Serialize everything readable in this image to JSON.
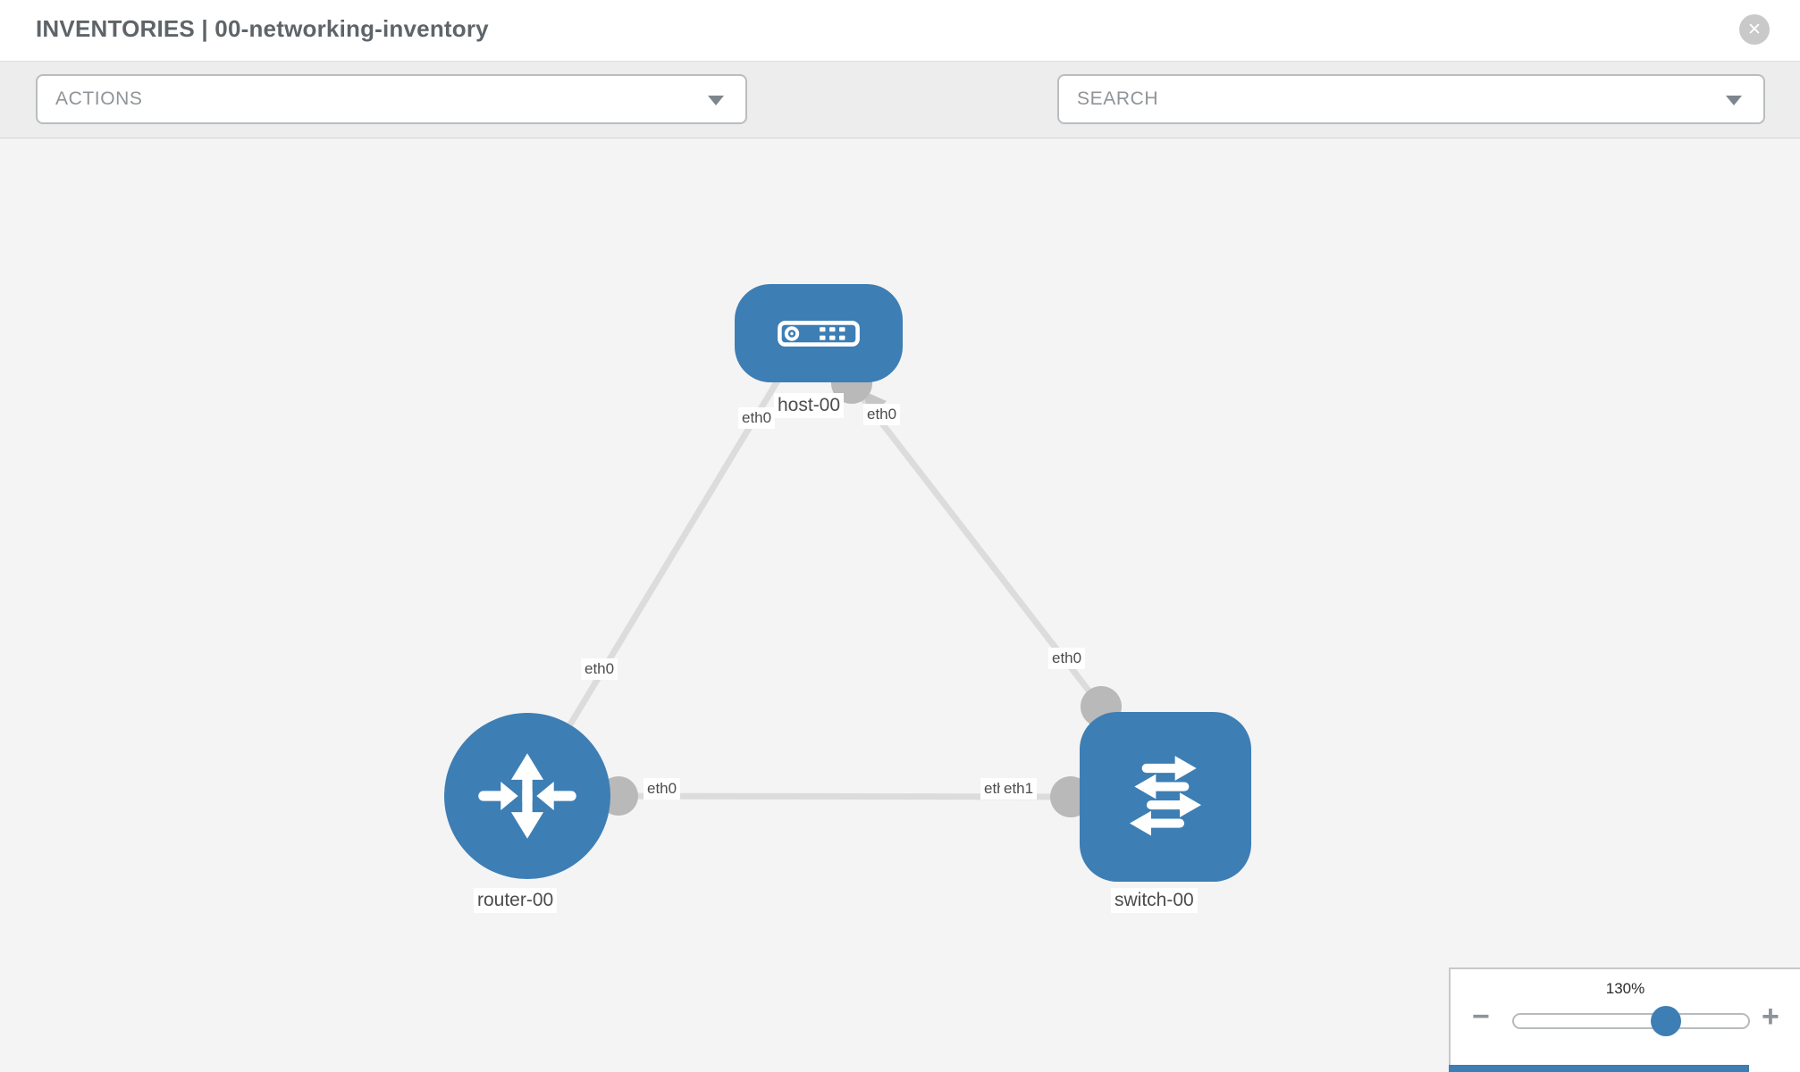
{
  "header": {
    "title": "INVENTORIES | 00-networking-inventory"
  },
  "icons": {
    "close": "✕",
    "wrench": "wrench-icon",
    "key": "key-icon"
  },
  "toolbar": {
    "actions_label": "ACTIONS",
    "search_label": "SEARCH"
  },
  "diagram": {
    "nodes": [
      {
        "label": "host-00",
        "type": "host"
      },
      {
        "label": "router-00",
        "type": "router"
      },
      {
        "label": "switch-00",
        "type": "switch"
      }
    ],
    "interfaces": {
      "host_left": "eth0",
      "host_right": "eth0",
      "router_top": "eth0",
      "router_right": "eth0",
      "switch_top": "eth0",
      "switch_left_back": "eth1",
      "switch_left_front": "eth1"
    },
    "links": [
      {
        "from": "host-00",
        "to": "router-00"
      },
      {
        "from": "host-00",
        "to": "switch-00"
      },
      {
        "from": "router-00",
        "to": "switch-00"
      }
    ]
  },
  "zoom": {
    "level": "130%",
    "minus_label": "−",
    "plus_label": "+"
  },
  "colors": {
    "node_blue": "#3d7eb4",
    "link_gray": "#dcdcdc",
    "port_gray": "#b9b9b9",
    "canvas_bg": "#f4f4f4"
  }
}
